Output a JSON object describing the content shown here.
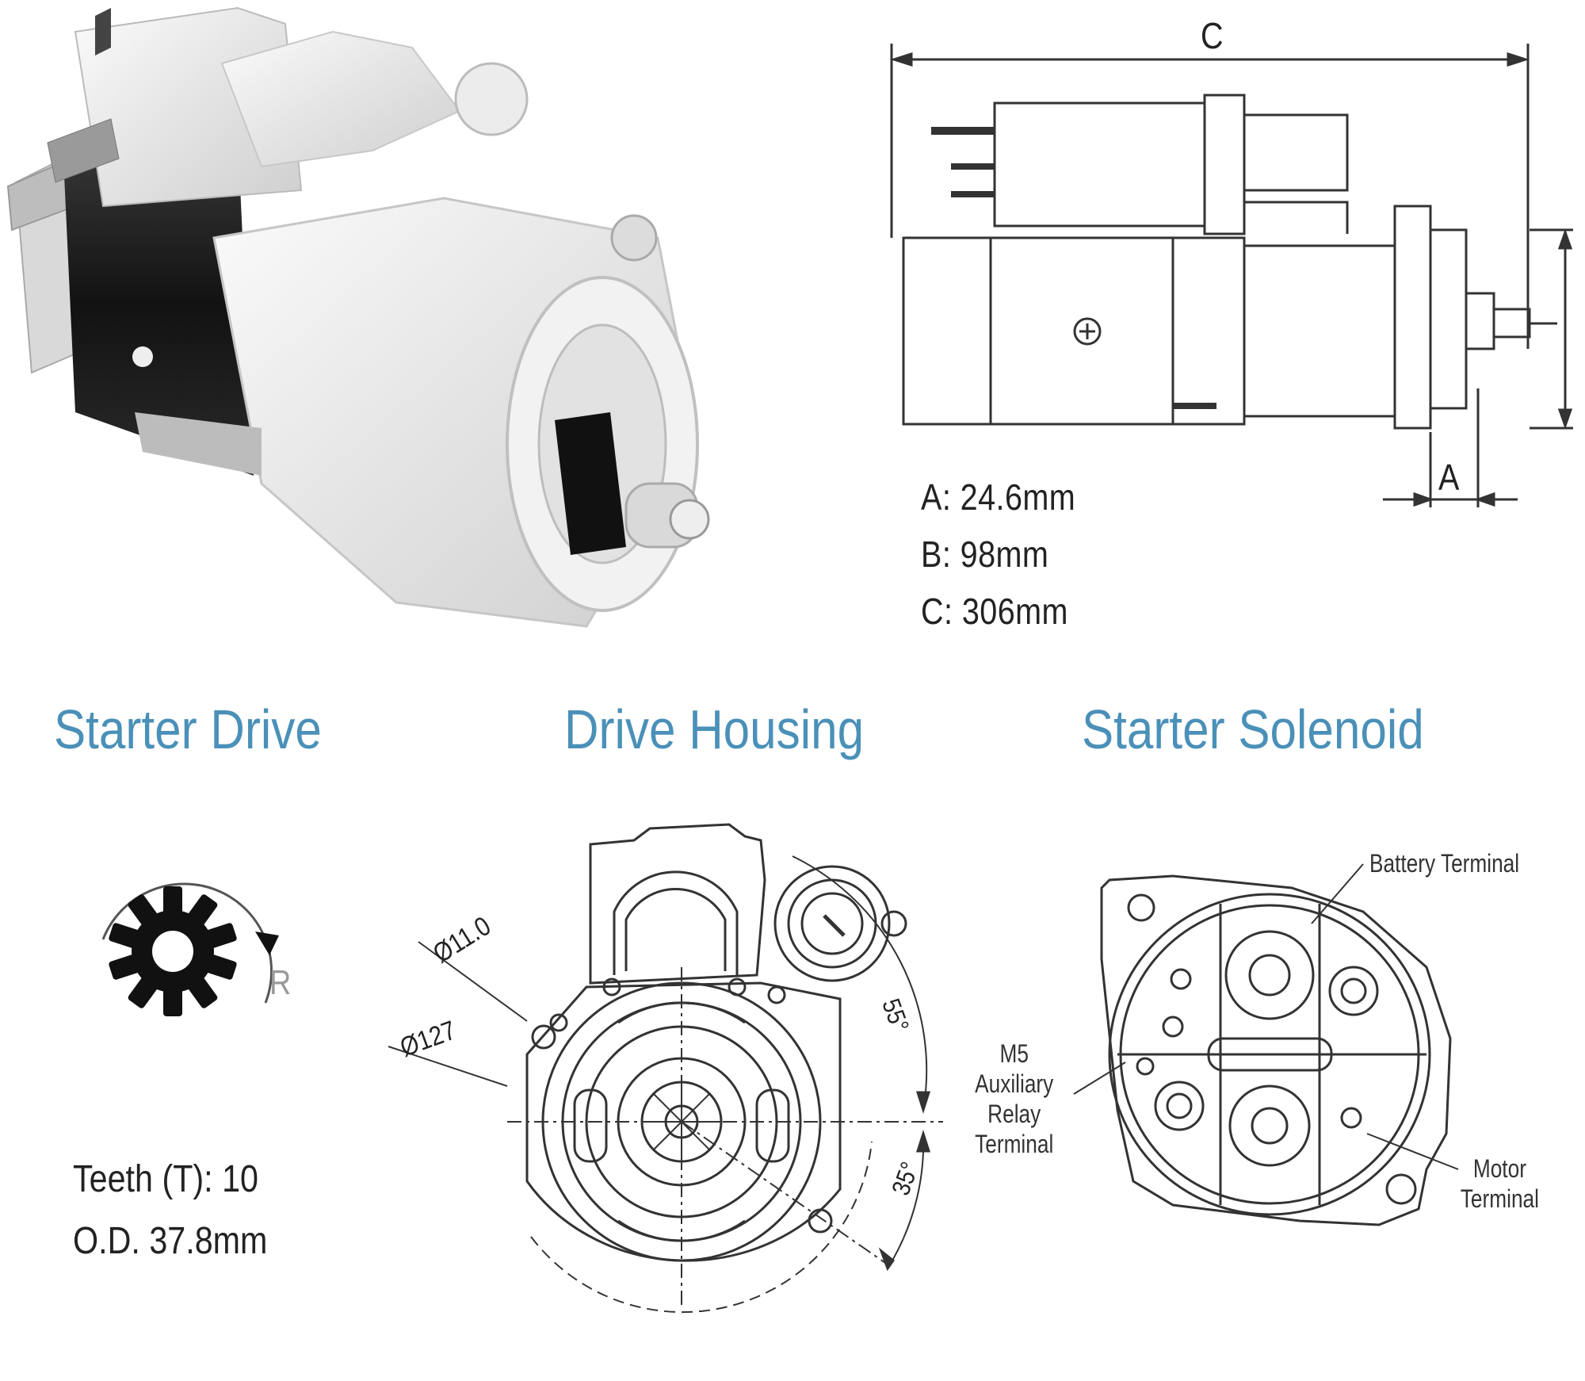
{
  "dimensions": {
    "a": "A: 24.6mm",
    "b": "B: 98mm",
    "c": "C: 306mm",
    "tag_a": "A",
    "tag_c": "C"
  },
  "sections": {
    "starter_drive": "Starter Drive",
    "drive_housing": "Drive Housing",
    "starter_solenoid": "Starter Solenoid"
  },
  "starter_drive": {
    "rotation_label": "R",
    "teeth": "Teeth (T):  10",
    "od": "O.D. 37.8mm"
  },
  "drive_housing": {
    "hole_diameter": "Ø11.0",
    "pilot_diameter": "Ø127",
    "angle_top": "55°",
    "angle_bottom": "35°"
  },
  "starter_solenoid": {
    "battery_terminal": "Battery Terminal",
    "aux_relay_line1": "M5",
    "aux_relay_line2": "Auxiliary",
    "aux_relay_line3": "Relay",
    "aux_relay_line4": "Terminal",
    "motor_terminal_line1": "Motor",
    "motor_terminal_line2": "Terminal"
  },
  "colors": {
    "heading": "#4a90b8",
    "line": "#333333",
    "body_black": "#1b1b1b",
    "housing": "#e9e9e9"
  }
}
